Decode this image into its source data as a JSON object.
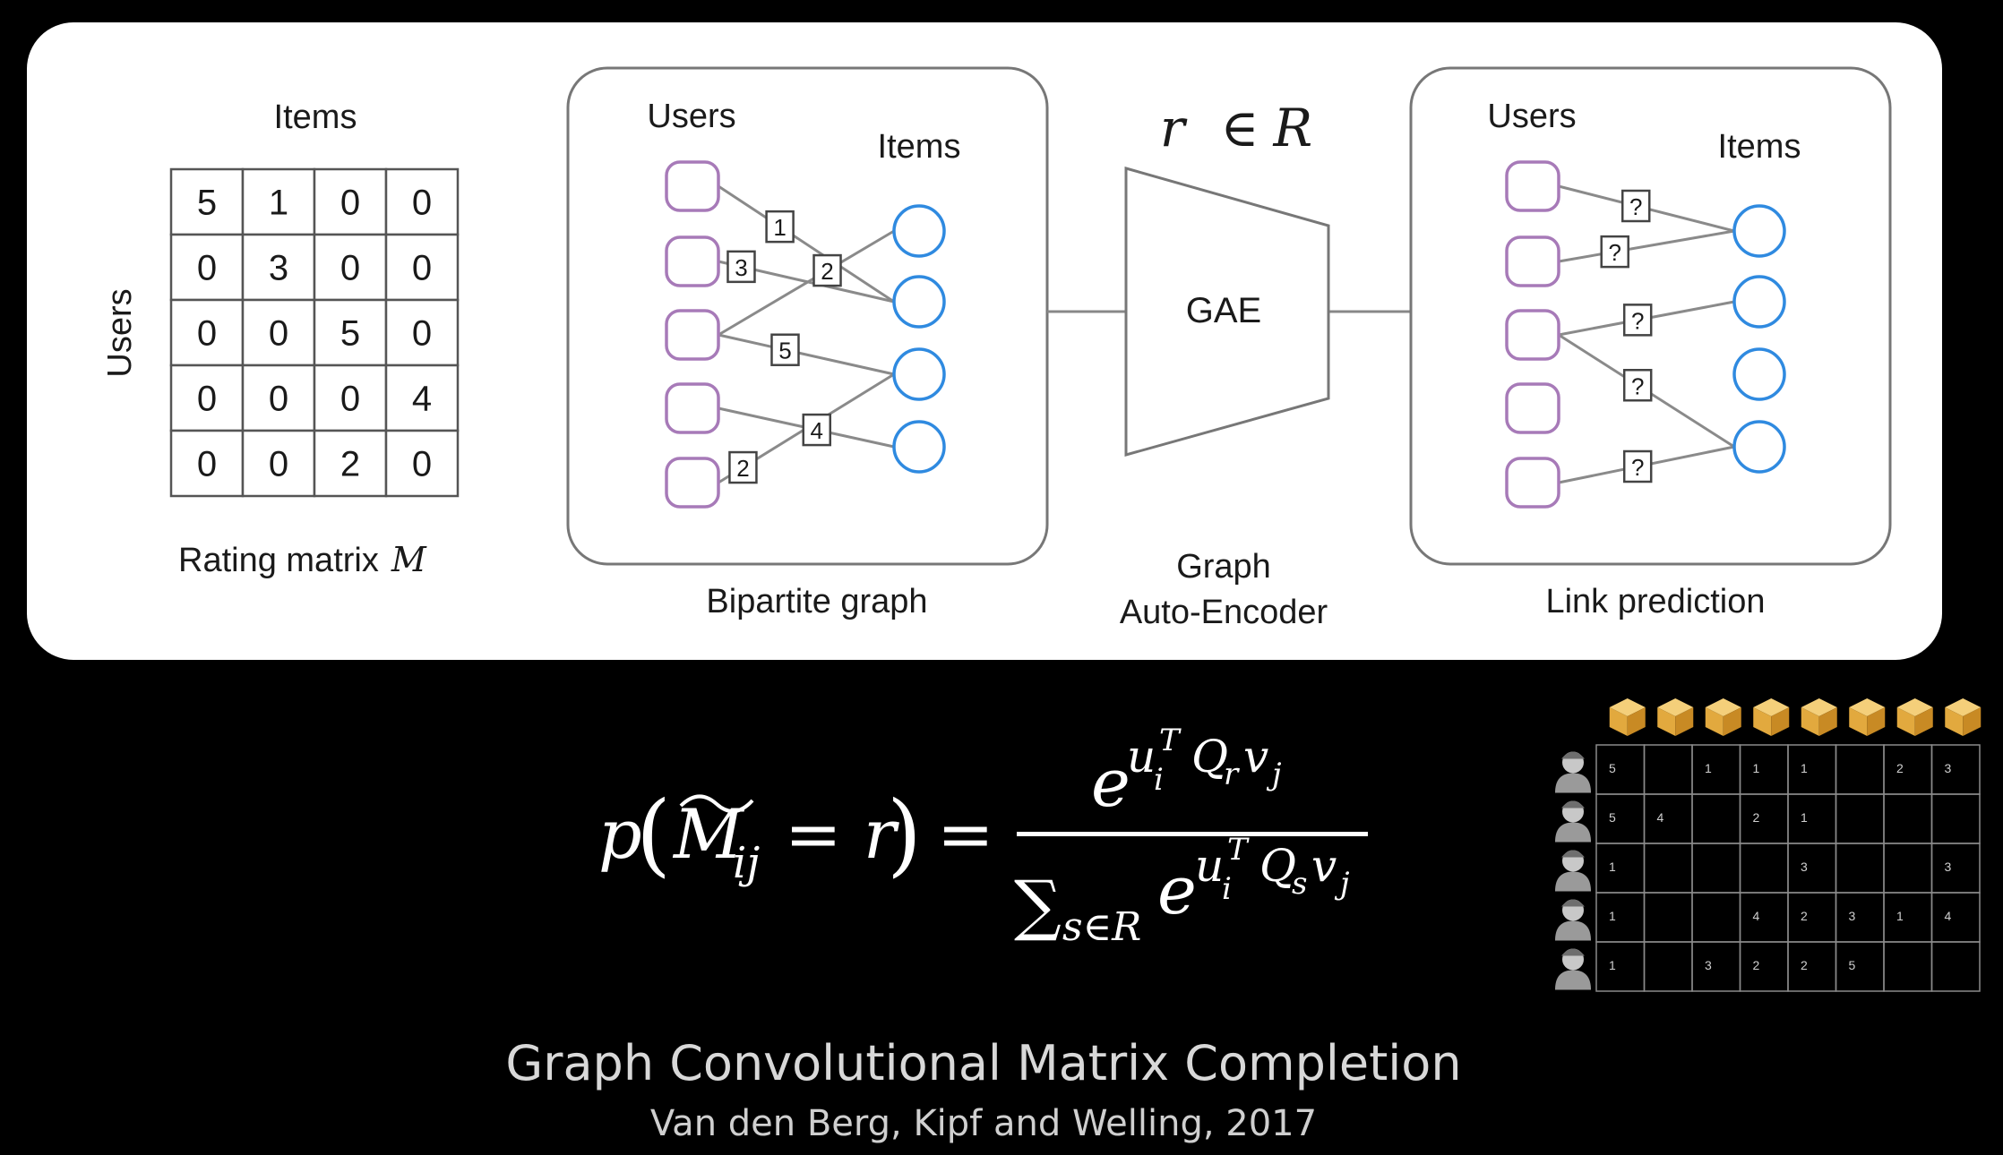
{
  "diagram": {
    "rating_matrix": {
      "items_label": "Items",
      "users_label": "Users",
      "caption": "Rating matrix",
      "caption_symbol": "M",
      "rows": [
        [
          "5",
          "1",
          "0",
          "0"
        ],
        [
          "0",
          "3",
          "0",
          "0"
        ],
        [
          "0",
          "0",
          "5",
          "0"
        ],
        [
          "0",
          "0",
          "0",
          "4"
        ],
        [
          "0",
          "0",
          "2",
          "0"
        ]
      ]
    },
    "bipartite": {
      "users_label": "Users",
      "items_label": "Items",
      "caption": "Bipartite graph",
      "edges": [
        {
          "user": 0,
          "item": 1,
          "label": "1"
        },
        {
          "user": 2,
          "item": 0,
          "label": "2"
        },
        {
          "user": 1,
          "item": 1,
          "label": "3"
        },
        {
          "user": 2,
          "item": 2,
          "label": "5"
        },
        {
          "user": 4,
          "item": 2,
          "label": "2"
        },
        {
          "user": 3,
          "item": 3,
          "label": "4"
        }
      ]
    },
    "gae": {
      "top_r": "r",
      "top_in": "∈",
      "top_R": "R",
      "label": "GAE",
      "caption_line1": "Graph",
      "caption_line2": "Auto-Encoder"
    },
    "link_prediction": {
      "users_label": "Users",
      "items_label": "Items",
      "caption": "Link prediction",
      "edges": [
        {
          "user": 0,
          "item": 0,
          "label": "?"
        },
        {
          "user": 1,
          "item": 0,
          "label": "?"
        },
        {
          "user": 2,
          "item": 1,
          "label": "?"
        },
        {
          "user": 2,
          "item": 3,
          "label": "?"
        },
        {
          "user": 4,
          "item": 3,
          "label": "?"
        }
      ]
    }
  },
  "formula": {
    "p": "p",
    "M": "M",
    "ij": "ij",
    "eq_r": "= r",
    "equals": "=",
    "e": "e",
    "u": "u",
    "i": "i",
    "T": "T",
    "Q": "Q",
    "r_sub": "r",
    "s_sub": "s",
    "v": "v",
    "j": "j",
    "sigma": "∑",
    "sum_sub": "s∈R"
  },
  "small_matrix": {
    "rows": [
      [
        "5",
        "",
        "1",
        "1",
        "1",
        "",
        "2",
        "3"
      ],
      [
        "5",
        "4",
        "",
        "2",
        "1",
        "",
        "",
        ""
      ],
      [
        "1",
        "",
        "",
        "",
        "3",
        "",
        "",
        "3"
      ],
      [
        "1",
        "",
        "",
        "4",
        "2",
        "3",
        "1",
        "4"
      ],
      [
        "1",
        "",
        "3",
        "2",
        "2",
        "5",
        "",
        ""
      ]
    ]
  },
  "citation": {
    "title": "Graph Convolutional Matrix Completion",
    "authors": "Van den Berg, Kipf and Welling, 2017"
  },
  "colors": {
    "background": "#000000",
    "panel": "#ffffff",
    "user_node": "#a77ab8",
    "item_node": "#2f8ae0",
    "text": "#1a1a1a",
    "formula_text": "#ffffff",
    "citation_text": "#d8d8d8"
  }
}
